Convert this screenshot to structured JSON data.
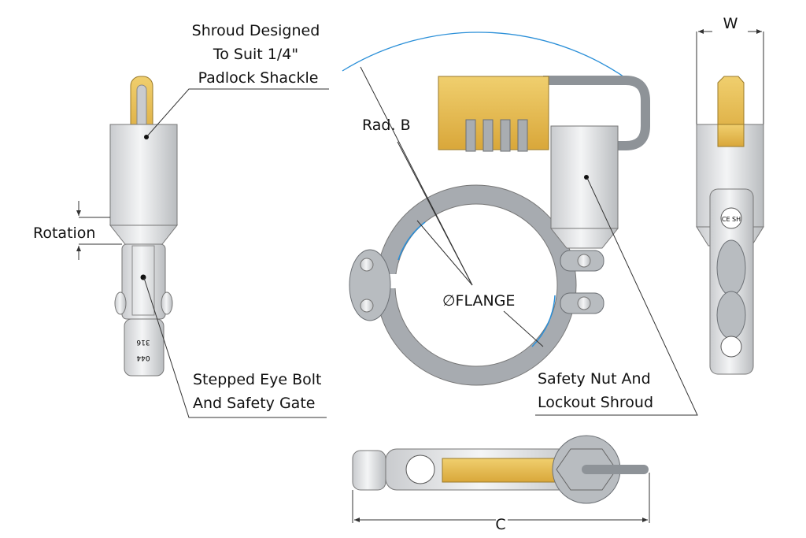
{
  "labels": {
    "shroud": [
      "Shroud Designed",
      "To Suit 1/4\"",
      "Padlock Shackle"
    ],
    "rotation": "Rotation",
    "radius": "Rad. B",
    "flange": "∅FLANGE",
    "eye_bolt": [
      "Stepped Eye Bolt",
      "And Safety Gate"
    ],
    "safety_nut": [
      "Safety Nut And",
      "Lockout Shroud"
    ],
    "width_dim": "W",
    "length_dim": "C"
  },
  "markings": {
    "material": "316",
    "code": "044",
    "cert": "CE SH"
  },
  "colors": {
    "brass": "#e2b84a",
    "metal": "#d8dadc",
    "radius_arc": "#2a8fd8",
    "leader_lines": "#333333"
  }
}
